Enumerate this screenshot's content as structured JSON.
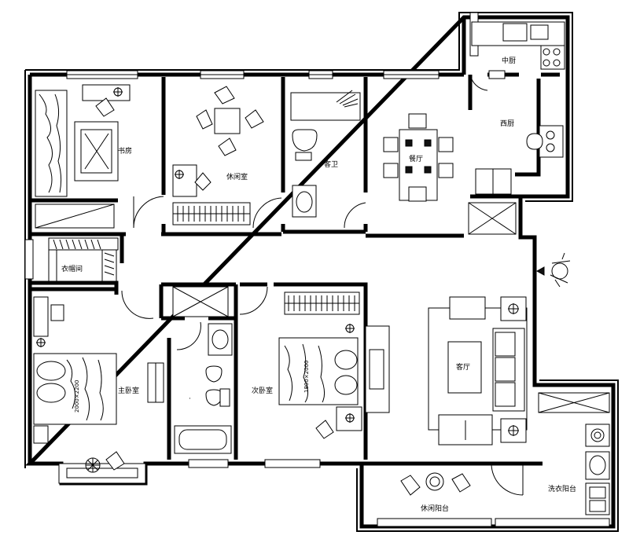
{
  "rooms": {
    "study": "书房",
    "leisure": "休闲室",
    "bath1": "客卫",
    "restaurant": "餐厅",
    "kitchen_mid": "中厨",
    "kitchen_west": "西厨",
    "cloakroom": "衣帽间",
    "master_bed": "主卧室",
    "second_bed": "次卧室",
    "living": "客厅",
    "balcony_leisure": "休闲阳台",
    "balcony_laundry": "洗衣阳台"
  },
  "dimensions": {
    "master_bed": "2000×2200",
    "second_bed": "1800×2000"
  }
}
